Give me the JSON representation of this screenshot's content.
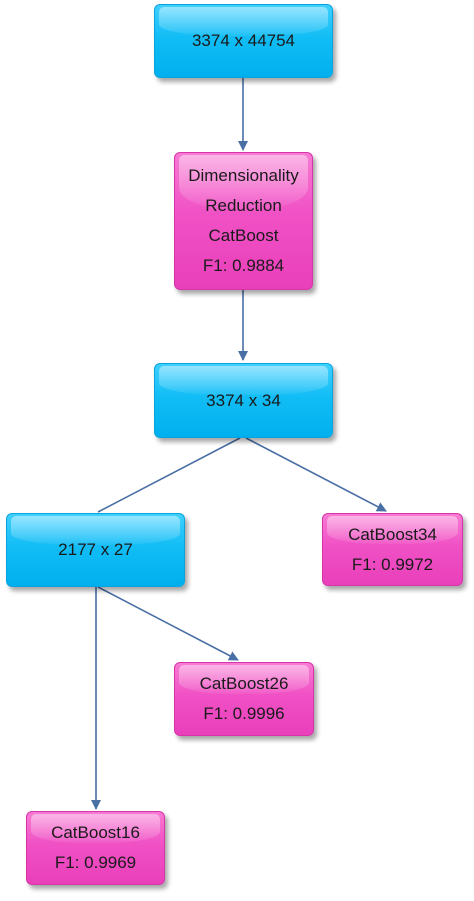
{
  "colors": {
    "data_node": "#12bdf5",
    "model_node": "#f051c5",
    "edge": "#4a6fa5"
  },
  "nodes": {
    "root": {
      "label": "3374 x 44754"
    },
    "reduction": {
      "lines": [
        "Dimensionality",
        "Reduction",
        "CatBoost",
        "F1: 0.9884"
      ]
    },
    "reduced": {
      "label": "3374 x 34"
    },
    "subset": {
      "label": "2177 x 27"
    },
    "catboost34": {
      "lines": [
        "CatBoost34",
        "F1: 0.9972"
      ]
    },
    "catboost26": {
      "lines": [
        "CatBoost26",
        "F1: 0.9996"
      ]
    },
    "catboost16": {
      "lines": [
        "CatBoost16",
        "F1: 0.9969"
      ]
    }
  }
}
